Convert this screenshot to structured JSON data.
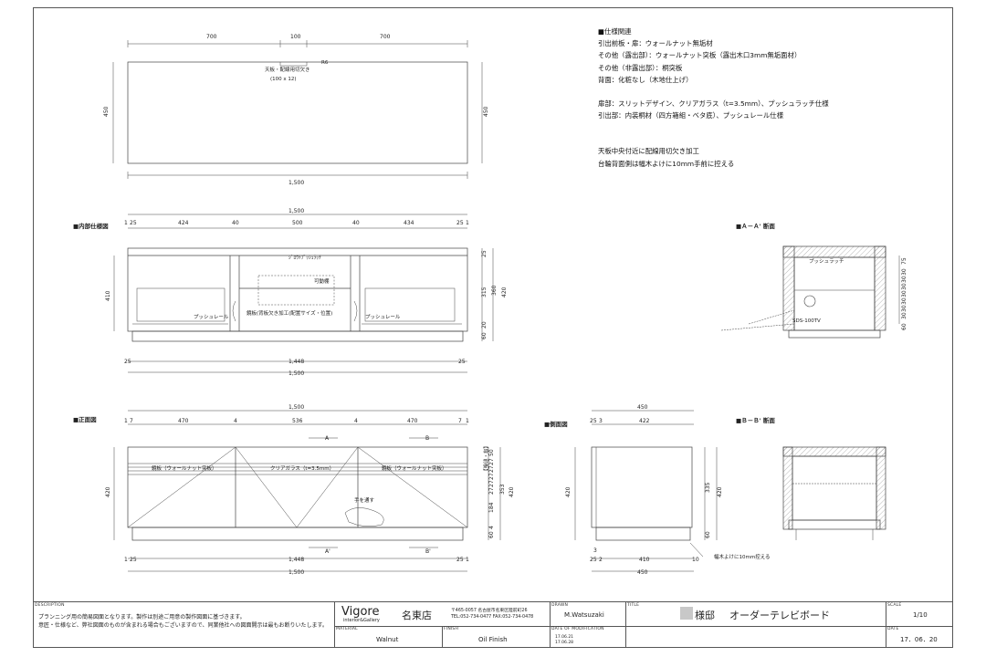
{
  "plan": {
    "dims_top": [
      "700",
      "100",
      "700"
    ],
    "cable_note": "天板・配線用切欠き",
    "cable_size": "(100 x 12)",
    "cable_r": "R6",
    "height": "450",
    "height_r": "450",
    "total": "1,500"
  },
  "interior": {
    "heading": "■内部仕様図",
    "total_top": "1,500",
    "dims_top": [
      "25",
      "424",
      "40",
      "500",
      "40",
      "434",
      "25"
    ],
    "right_edge": "1",
    "left_edge": "1",
    "push_latch_note": "ｼﾞﾛｳﾄﾌﾟｯｼｭﾗｯﾁ",
    "movable_shelf": "可動棚",
    "push_rail_left": "プッシュレール",
    "push_rail_right": "プッシュレール",
    "cut_note": "鏡板(背板欠き加工(配置サイズ・位置)",
    "height": "410",
    "right_dims": [
      "25",
      "315",
      "20",
      "60"
    ],
    "right_mid": "360",
    "right_total": "420",
    "bottom_dims": [
      "25",
      "1,448",
      "25"
    ],
    "bottom_total": "1,500"
  },
  "front": {
    "heading": "■正面図",
    "total_top": "1,500",
    "dims_top": [
      "7",
      "470",
      "4",
      "536",
      "4",
      "470",
      "7"
    ],
    "left_edge": "1",
    "right_edge": "1",
    "side_note": "【扉・前板】",
    "panel_left": "鏡板（ウォールナット突板）",
    "panel_center": "クリアガラス（t=3.5mm）",
    "panel_right": "鏡板（ウォールナット突板）",
    "marker_a": "A",
    "marker_b": "B",
    "marker_a2": "A'",
    "marker_b2": "B'",
    "pass_note": "手を通す",
    "height": "420",
    "right_stack": [
      "50",
      "27",
      "27",
      "27",
      "27",
      "27",
      "184",
      "4",
      "60"
    ],
    "right_mid": "353",
    "right_total": "420",
    "bottom_dims": [
      "25",
      "1,448",
      "25"
    ],
    "bottom_edges": [
      "1",
      "1"
    ],
    "bottom_total": "1,500"
  },
  "side": {
    "heading": "■側面図",
    "total_top": "450",
    "dims_top": [
      "25",
      "3",
      "422"
    ],
    "height": "420",
    "right_dims": [
      "335",
      "60"
    ],
    "right_total": "420",
    "bottom_dims": [
      "25",
      "2",
      "410",
      "10"
    ],
    "bottom_small": "3",
    "bottom_total": "450",
    "note": "幅木よけに10mm控える"
  },
  "section_a": {
    "heading": "■Ａ－Ａ' 断面",
    "push_latch": "プッシュラッチ",
    "part": "SDS-100TV",
    "right_dims": [
      "75",
      "30",
      "30",
      "30",
      "30",
      "30",
      "30",
      "30",
      "60"
    ]
  },
  "section_b": {
    "heading": "■Ｂ－Ｂ' 断面"
  },
  "spec": {
    "title": "■仕様関連",
    "lines1": [
      "引出前板・扉：ウォールナット無垢材",
      "その他（露出部）：ウォールナット突板（露出木口3mm無垢面材）",
      "その他（非露出部）：桐突板",
      "背面：化粧なし（木地仕上げ）"
    ],
    "lines2": [
      "扉部：スリットデザイン、クリアガラス（t=3.5mm）、プッシュラッチ仕様",
      "引出部：内装桐材（四方箱組・ベタ底）、プッシュレール仕様"
    ],
    "lines3": [
      "天板中央付近に配線用切欠き加工",
      "台輪背面側は幅木よけに10mm手前に控える"
    ]
  },
  "titleblock": {
    "description_label": "DESCRIPTION",
    "description_lines": [
      "プランニング用の簡易図面となります。製作は別途ご用意の製作図面に基づきます。",
      "意匠・仕様など、弊社図面のものが含まれる場合もございますので、同業他社への図面開示は最もお断りいたします。"
    ],
    "logo_text": "Vigore",
    "logo_sub": "interior&Gallery",
    "store": "名東店",
    "address": "〒465-0057 名古屋市名東区陸前町26",
    "tel": "TEL:052-734-0477  FAX:052-734-0478",
    "drawn_label": "DRAWN",
    "drawn": "M.Watsuzaki",
    "title_label": "TITLE",
    "title_suffix": "様邸",
    "title": "オーダーテレビボード",
    "scale_label": "SCALE",
    "scale": "1/10",
    "material_label": "MATERIAL",
    "material": "Walnut",
    "finish_label": "FINISH",
    "finish": "Oil Finish",
    "mod_label": "DATE OF MODIFICATION",
    "mods": [
      "17.06.21",
      "17.06.28"
    ],
    "date_label": "DATE",
    "date": "17．06．20"
  }
}
